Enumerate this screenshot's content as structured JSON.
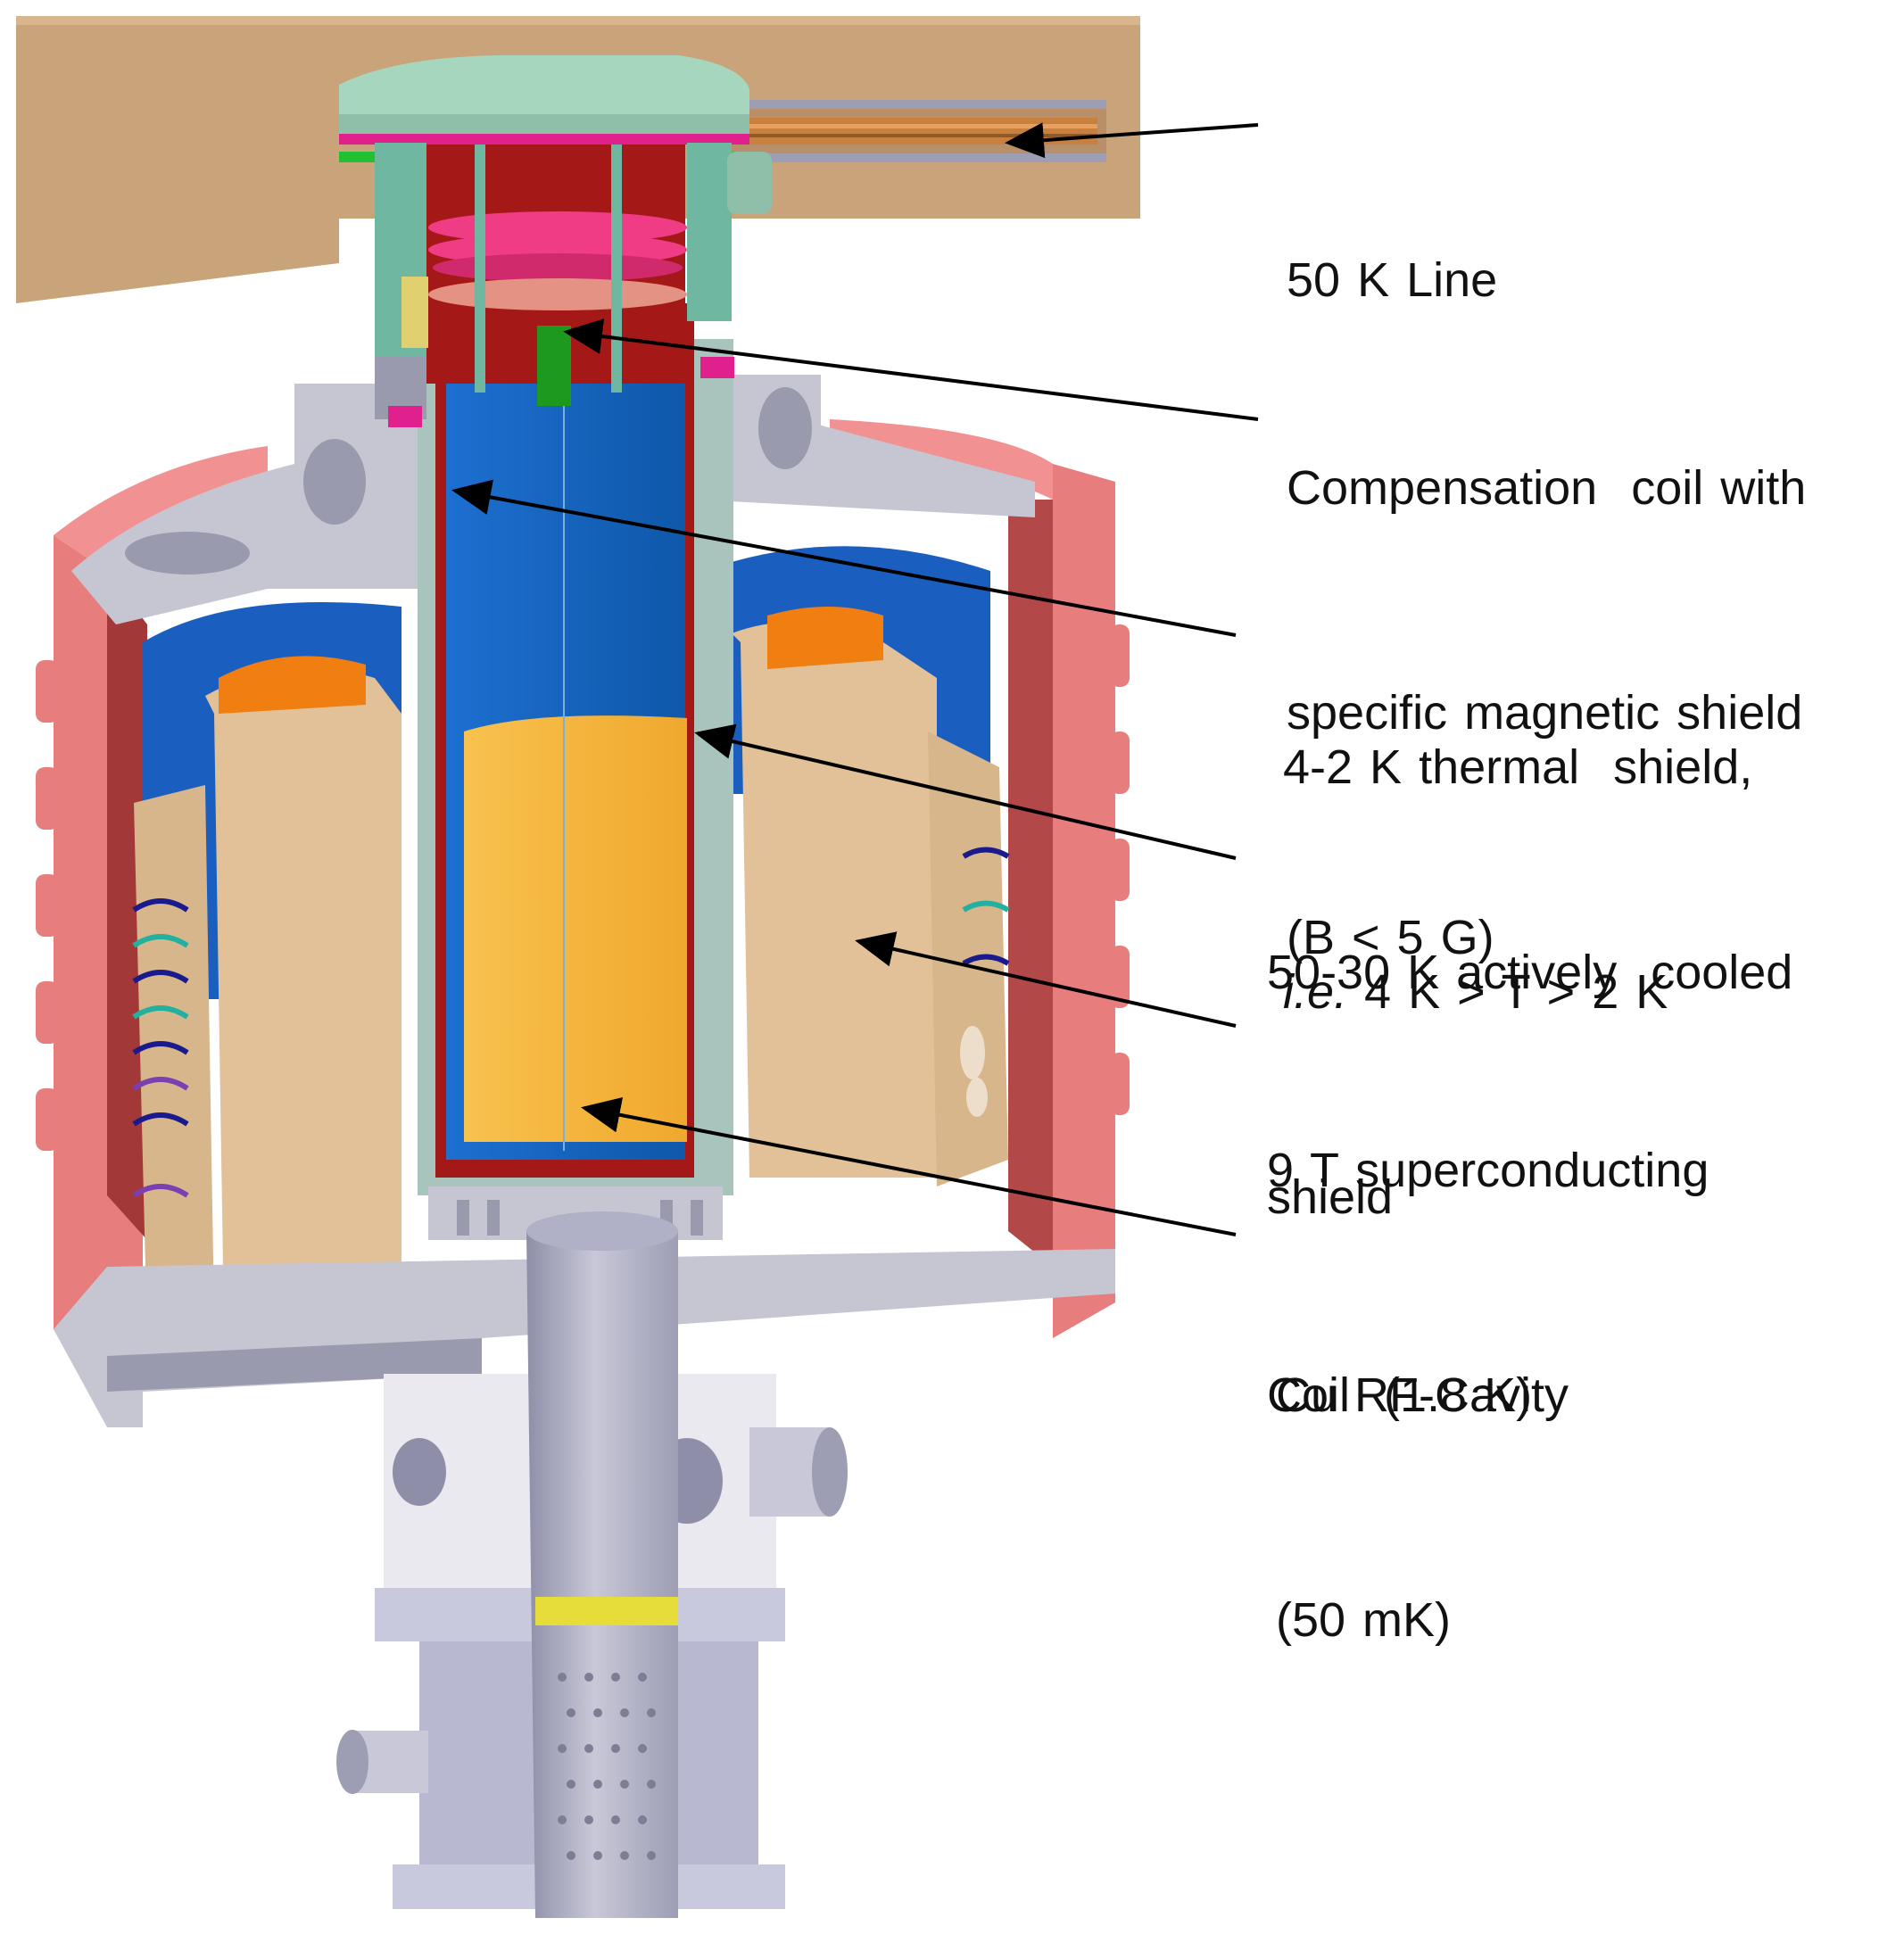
{
  "labels": {
    "line_50k": "50 K Line",
    "compensation_coil": [
      "Compensation  coil with",
      "specific magnetic shield",
      "(B < 5 G)"
    ],
    "thermal_shield": {
      "line1": "4-2 K thermal  shield,",
      "line2_italic": "i.e.",
      "line2_rest": " 4 K > T > 2 K"
    },
    "active_shield": [
      "50-30 K actively  cooled",
      "shield"
    ],
    "sc_coil": [
      "9 T superconducting",
      "Coil  (1.8 K)"
    ],
    "cavity": [
      "Cu RF-Cavity",
      "(50 mK)"
    ]
  },
  "colors": {
    "floor": "#c9a37a",
    "outer_vessel": "#e77d7d",
    "outer_vessel_inner": "#a33838",
    "steel": "#c6c6d2",
    "steel_dark": "#9a9aae",
    "blue_shield": "#1565c0",
    "red_shield": "#a51818",
    "coil": "#e2c198",
    "coil_top": "#f07e10",
    "cavity": "#f8b63e",
    "teal": "#6fb7a0",
    "magenta": "#e0208c",
    "pink_ring": "#f03c84",
    "compensation_coil": "#1d9a1d",
    "yellow_band": "#e6dd3a",
    "arrow": "#000000"
  },
  "icons": [
    "haloscope-cryostat-cutaway-illustration",
    "arrow-icon"
  ]
}
